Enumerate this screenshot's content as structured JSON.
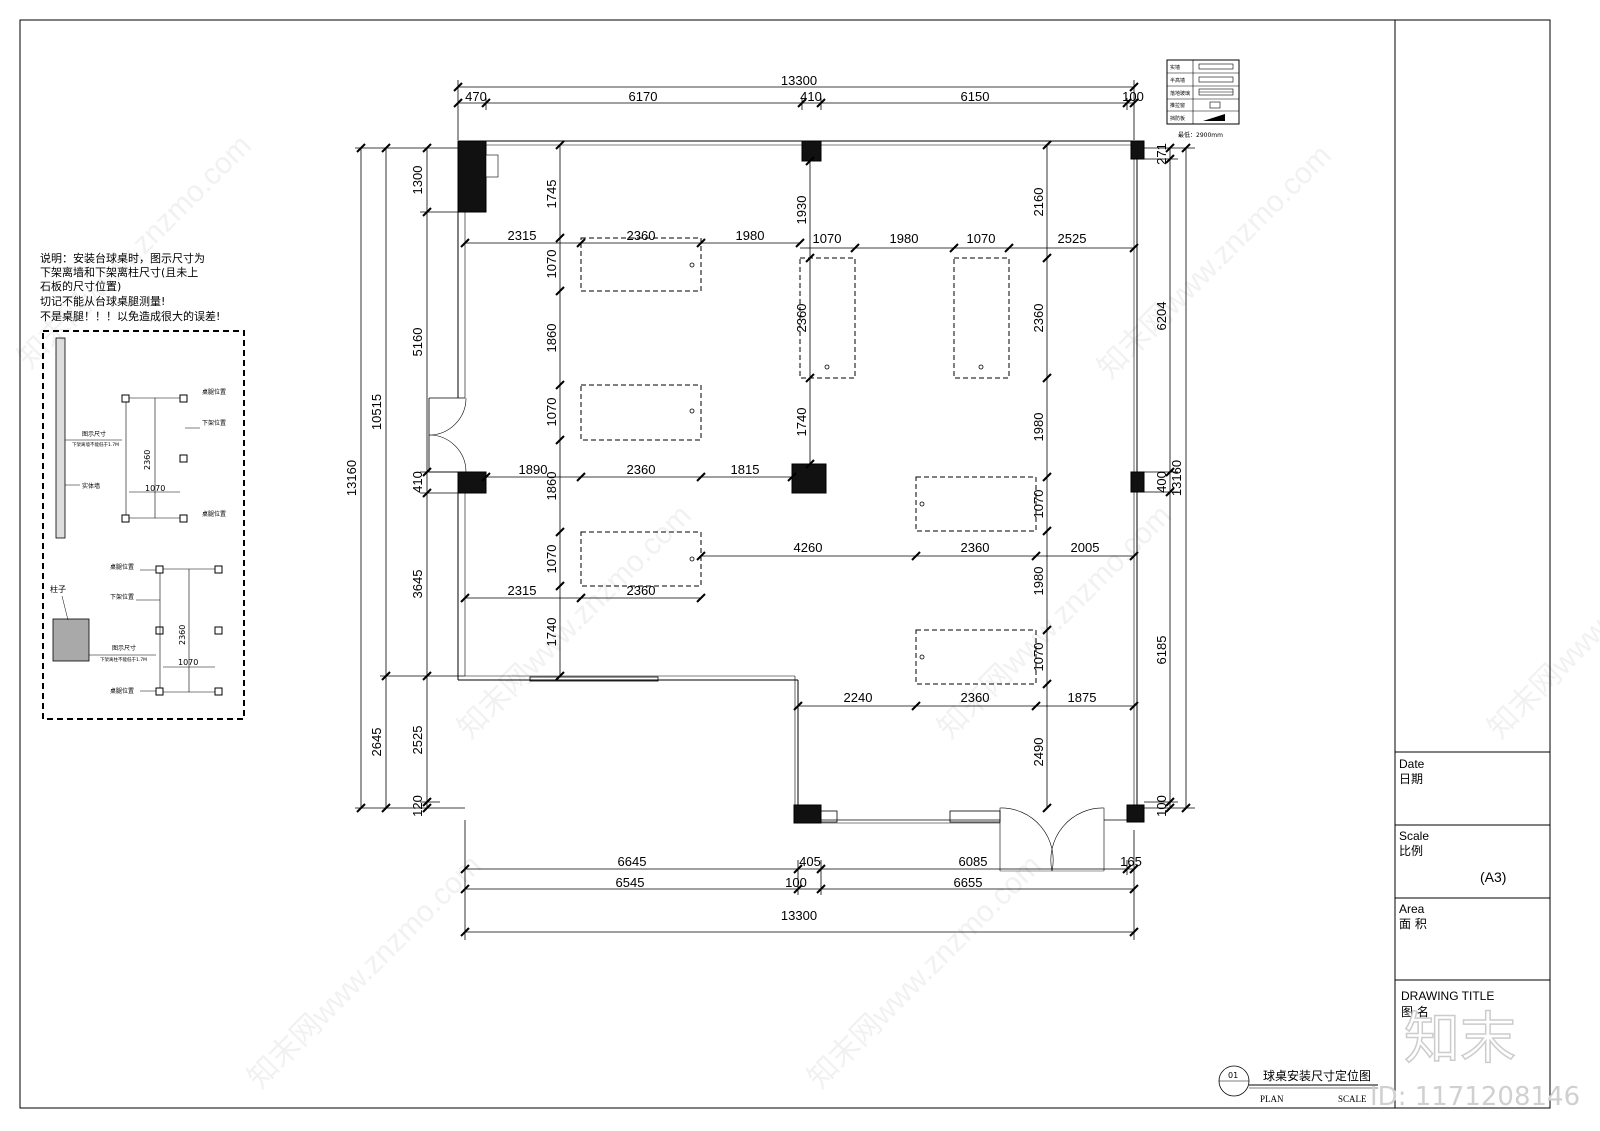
{
  "note": {
    "lines": [
      "说明：安装台球桌时，图示尺寸为",
      "下架离墙和下架离柱尺寸(且未上",
      "石板的尺寸位置)",
      "切记不能从台球桌腿测量!",
      "不是桌腿！！！以免造成很大的误差!"
    ]
  },
  "detail1": {
    "leg_label_1": "桌腿位置",
    "frame_label": "下架位置",
    "leg_label_2": "桌腿位置",
    "shown_dim": "图示尺寸",
    "shown_dim_sub": "下架离墙不能低于1.7M",
    "wall": "实体墙",
    "len": "2360",
    "wid": "1070"
  },
  "detail2": {
    "leg_label_1": "桌腿位置",
    "frame_label": "下架位置",
    "column": "柱子",
    "shown_dim": "图示尺寸",
    "shown_dim_sub": "下架离柱不能低于1.7M",
    "leg_label_2": "桌腿位置",
    "len": "2360",
    "wid": "1070"
  },
  "legend": {
    "rows": [
      "实墙",
      "半高墙",
      "落地玻璃",
      "推拉窗",
      "挡防板"
    ],
    "height_note": "最低：2900mm"
  },
  "plan_dims": {
    "top_total": "13300",
    "top_segments": [
      "470",
      "6170",
      "410",
      "6150",
      "100"
    ],
    "bottom_row1": [
      "6645",
      "405",
      "6085",
      "165"
    ],
    "bottom_row2": [
      "6545",
      "100",
      "6655"
    ],
    "bottom_total": "13300",
    "left_outer": "13160",
    "left_mid": [
      "10515",
      "2645"
    ],
    "left_inner": [
      "1300",
      "5160",
      "410",
      "3645",
      "2525",
      "120"
    ],
    "right_inner": [
      "271",
      "6204",
      "400",
      "6185",
      "100"
    ],
    "right_outer": "13160",
    "inner": {
      "a1745": "1745",
      "a1070": "1070",
      "a1860": "1860",
      "b1070": "1070",
      "c1860": "1860",
      "c1070": "1070",
      "a1740": "1740",
      "r1_2315": "2315",
      "r1_2360": "2360",
      "r1_1980": "1980",
      "r1_1070": "1070",
      "r1_1980b": "1980",
      "r1_1070b": "1070",
      "r1_2525": "2525",
      "m1930": "1930",
      "m2360": "2360",
      "m1740": "1740",
      "k2160": "2160",
      "k2360": "2360",
      "k1980": "1980",
      "k1070": "1070",
      "k1980b": "1980",
      "k1070b": "1070",
      "k2490": "2490",
      "r2_1890": "1890",
      "r2_2360": "2360",
      "r2_1815": "1815",
      "r3_4260": "4260",
      "r3_2360": "2360",
      "r3_2005": "2005",
      "r4_2315": "2315",
      "r4_2360": "2360",
      "r5_2240": "2240",
      "r5_2360": "2360",
      "r5_1875": "1875"
    }
  },
  "title_block": {
    "date_en": "Date",
    "date_cn": "日期",
    "scale_en": "Scale",
    "scale_cn": "比例",
    "scale_val": "(A3)",
    "area_en": "Area",
    "area_cn": "面 积",
    "drawing_title_en": "DRAWING TITLE",
    "drawing_title_cn": "图 名"
  },
  "drawing_label": {
    "number": "01",
    "title": "球桌安装尺寸定位图",
    "plan": "PLAN",
    "scale": "SCALE"
  },
  "watermark": {
    "text": "知末网www.znzmo.com",
    "logo": "知末",
    "id": "ID: 1171208146"
  },
  "colors": {
    "line": "#000000",
    "wall_fill": "#111111",
    "column_fill": "#a9a9a9"
  }
}
